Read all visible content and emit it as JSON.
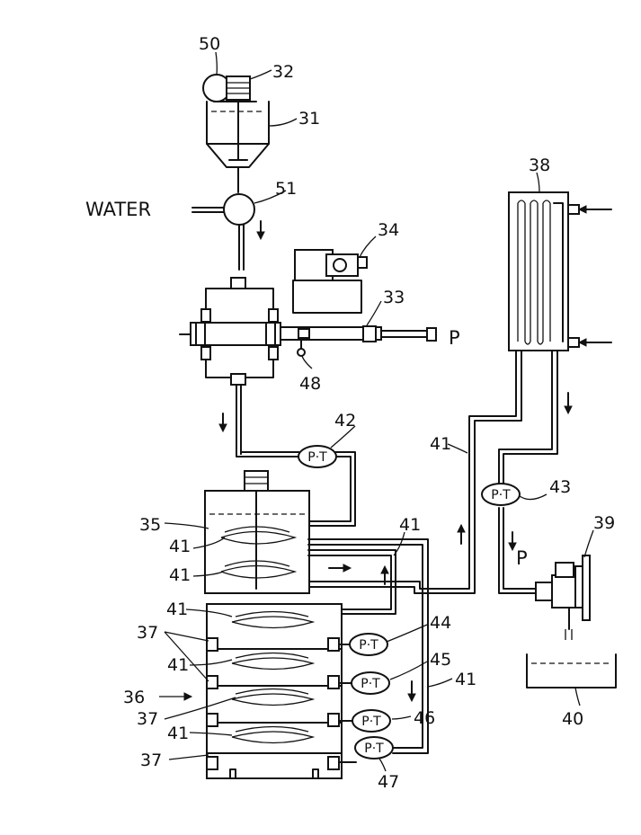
{
  "figure": {
    "water_label": "WATER",
    "pressure_label": "P",
    "pt_label": "P·T",
    "numerals": {
      "n50": "50",
      "n32": "32",
      "n31": "31",
      "n51": "51",
      "n34": "34",
      "n33": "33",
      "n48": "48",
      "n38": "38",
      "n42": "42",
      "n41_pipe_mid": "41",
      "n43": "43",
      "n39": "39",
      "n35": "35",
      "n41_tank_a": "41",
      "n41_tank_b": "41",
      "n41_pipe_right": "41",
      "n41_stack_a": "41",
      "n37_a": "37",
      "n44": "44",
      "n41_stack_b": "41",
      "n45": "45",
      "n41_pipe_low": "41",
      "n36": "36",
      "n37_b": "37",
      "n46": "46",
      "n41_stack_c": "41",
      "n37_c": "37",
      "n47": "47",
      "n40": "40"
    }
  }
}
